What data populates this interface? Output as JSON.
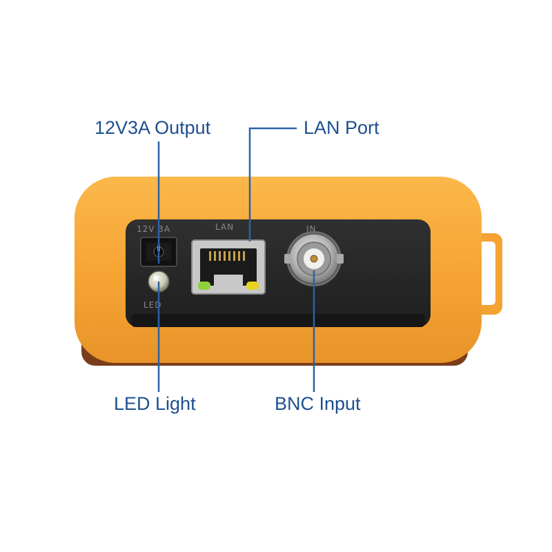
{
  "callouts": {
    "power_output": "12V3A Output",
    "lan_port": "LAN Port",
    "led_light": "LED Light",
    "bnc_input": "BNC Input"
  },
  "panel_labels": {
    "power": "12V 3A",
    "lan": "LAN",
    "bnc": "IN",
    "led": "LED"
  },
  "colors": {
    "label": "#1d4f8f",
    "leader_line": "#2a62a8",
    "housing": "#f7a93b",
    "panel": "#2b2b2b",
    "led_green": "#8fd13a",
    "led_yellow": "#e8d320"
  }
}
